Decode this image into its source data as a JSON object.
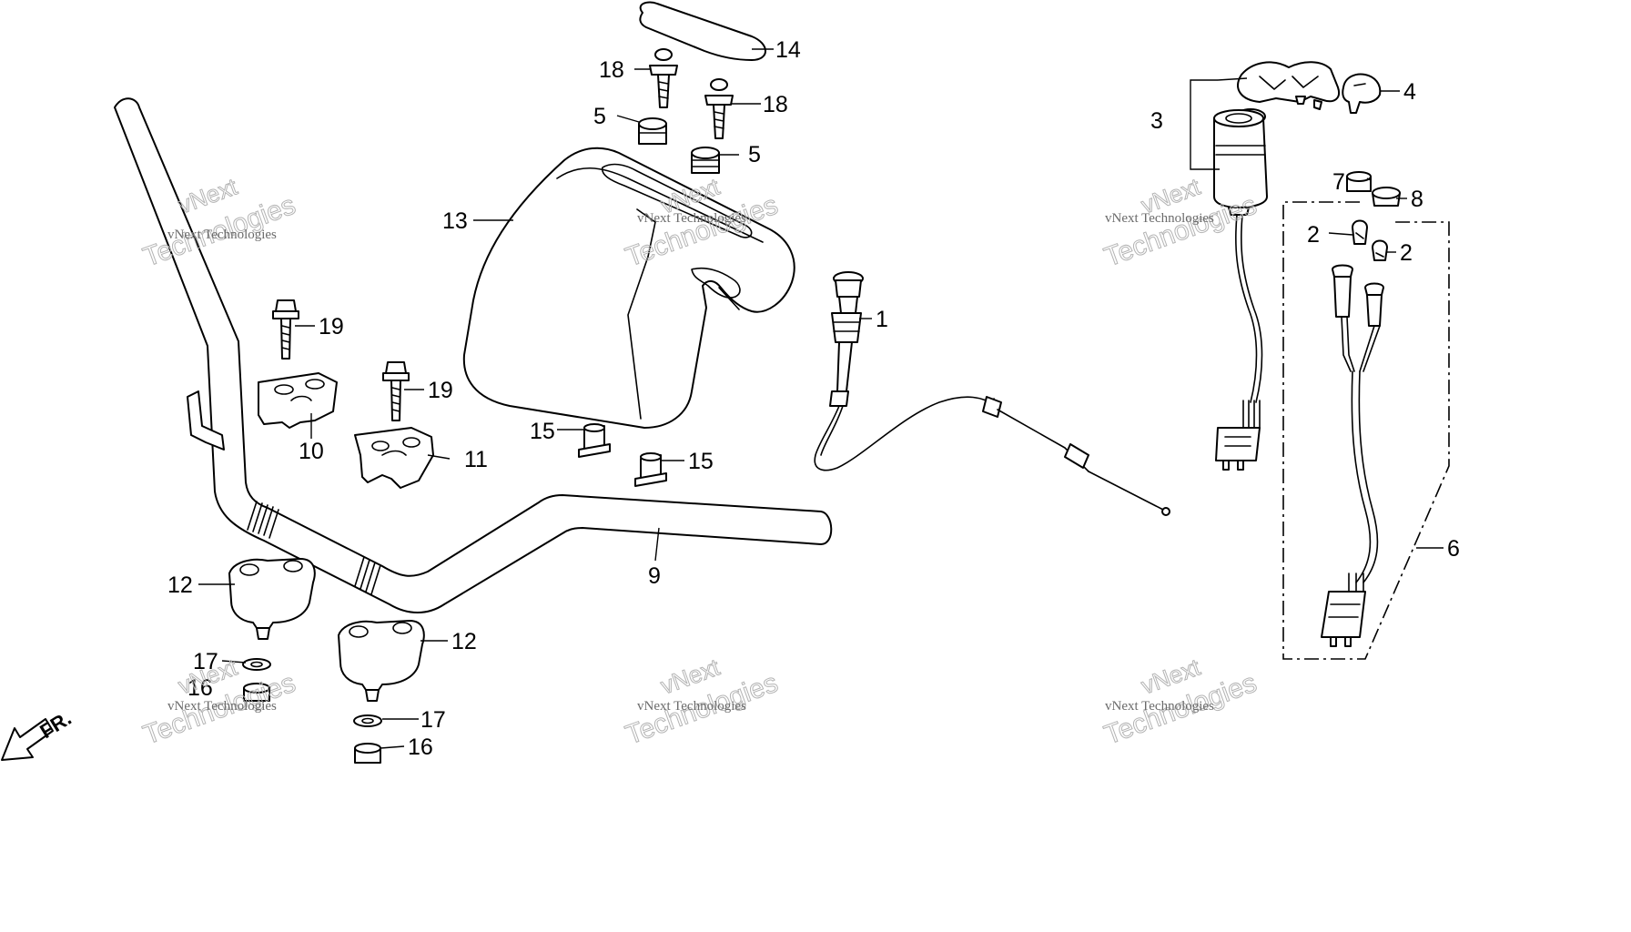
{
  "callouts": {
    "c1": "1",
    "c2a": "2",
    "c2b": "2",
    "c3": "3",
    "c4": "4",
    "c5a": "5",
    "c5b": "5",
    "c6": "6",
    "c7": "7",
    "c8": "8",
    "c9": "9",
    "c10": "10",
    "c11": "11",
    "c12a": "12",
    "c12b": "12",
    "c13": "13",
    "c14": "14",
    "c15a": "15",
    "c15b": "15",
    "c16a": "16",
    "c16b": "16",
    "c17a": "17",
    "c17b": "17",
    "c18a": "18",
    "c18b": "18",
    "c19a": "19",
    "c19b": "19"
  },
  "direction_marker": "FR.",
  "watermark": {
    "line1": "vNext Technologies",
    "big": "Technologies",
    "v": "vNext"
  }
}
